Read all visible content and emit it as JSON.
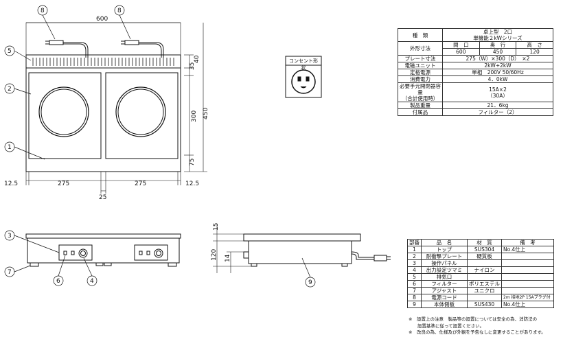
{
  "callouts": [
    "8",
    "8",
    "5",
    "2",
    "1",
    "3",
    "7",
    "6",
    "4",
    "9"
  ],
  "dimensions": {
    "width_600": "600",
    "d35": "35",
    "d40": "40",
    "d300": "300",
    "d450": "450",
    "d75": "75",
    "side_12_5_left": "12.5",
    "left_275": "275",
    "right_275": "275",
    "side_12_5_right": "12.5",
    "center_25": "25",
    "d15": "15",
    "d120": "120",
    "d14": "14"
  },
  "outlet": {
    "label": "コンセント形状"
  },
  "spec": {
    "rows": [
      {
        "label": "種　類",
        "value": "卓上型　2口\n単機能２kWシリーズ"
      },
      {
        "label": "外形寸法",
        "headers": [
          "間　口",
          "奥　行",
          "高　さ"
        ],
        "values": [
          "600",
          "450",
          "120"
        ]
      },
      {
        "label": "プレート寸法",
        "value": "275（W）×300（D）　×2"
      },
      {
        "label": "電磁ユニット",
        "value": "2kW+2kW"
      },
      {
        "label": "定格電源",
        "value": "単相　200V 50/60Hz"
      },
      {
        "label": "消費電力",
        "value": "4．0kW"
      },
      {
        "label": "必要手元開閉器容量\n（合計使用時）",
        "value": "15A×2\n（30A）"
      },
      {
        "label": "製品重量",
        "value": "21．6kg"
      },
      {
        "label": "付属品",
        "value": "フィルター（2）"
      }
    ]
  },
  "parts": {
    "headers": [
      "部番",
      "品　名",
      "材　質",
      "備　考"
    ],
    "rows": [
      [
        "1",
        "トップ",
        "SUS304",
        "No.4仕上"
      ],
      [
        "2",
        "耐衝撃プレート",
        "硬質板",
        ""
      ],
      [
        "3",
        "操作パネル",
        "",
        ""
      ],
      [
        "4",
        "出力設定ツマミ",
        "ナイロン",
        ""
      ],
      [
        "5",
        "排気口",
        "",
        ""
      ],
      [
        "6",
        "フィルター",
        "ポリエステル",
        ""
      ],
      [
        "7",
        "アジャスト",
        "ユニクロ",
        ""
      ],
      [
        "8",
        "電源コード",
        "",
        "2m 接地2P 15Aプラグ付"
      ],
      [
        "9",
        "本体側板",
        "SUS430",
        "No.4仕上"
      ]
    ]
  },
  "notes": [
    "※　設置上の注意　製品等の設置については安全の為、消防法の",
    "　　設置基準に従って設置ください。",
    "※　改良の為、仕様及び外観を予告なしに変更することがあります。"
  ]
}
